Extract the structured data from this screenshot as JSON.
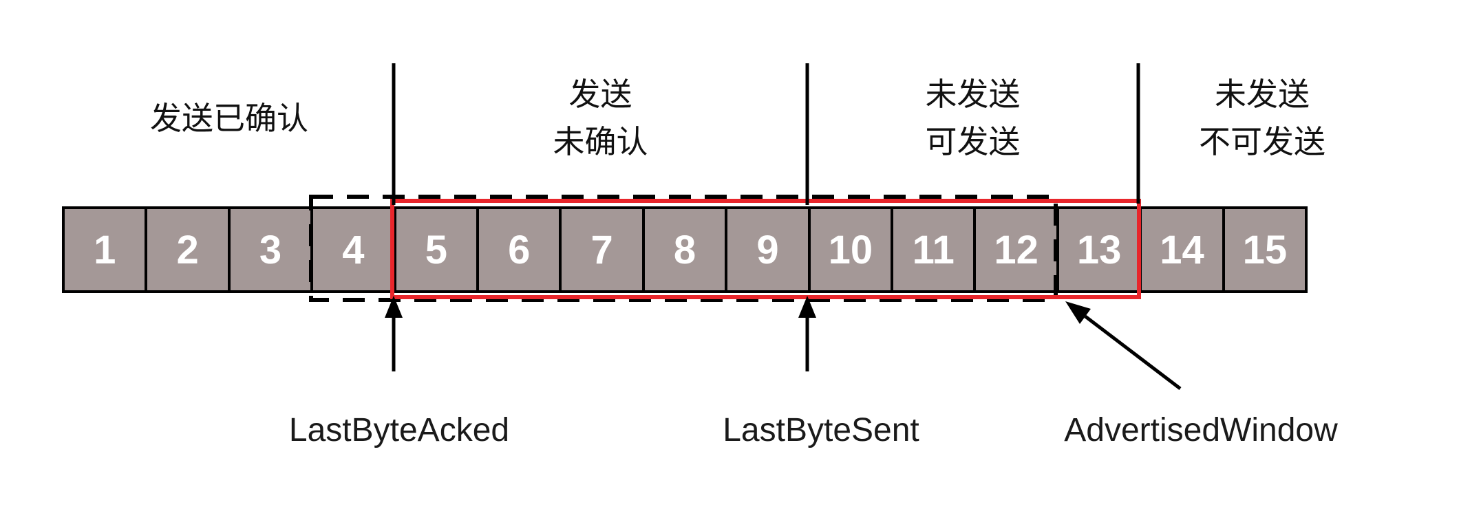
{
  "regions": [
    {
      "id": "sent-acked",
      "lines": [
        "发送已确认",
        ""
      ]
    },
    {
      "id": "sent-unacked",
      "lines": [
        "发送",
        "未确认"
      ]
    },
    {
      "id": "unsent-sendable",
      "lines": [
        "未发送",
        "可发送"
      ]
    },
    {
      "id": "unsent-unsendable",
      "lines": [
        "未发送",
        "不可发送"
      ]
    }
  ],
  "cells": [
    "1",
    "2",
    "3",
    "4",
    "5",
    "6",
    "7",
    "8",
    "9",
    "10",
    "11",
    "12",
    "13",
    "14",
    "15"
  ],
  "pointers": {
    "last_byte_acked": "LastByteAcked",
    "last_byte_sent": "LastByteSent",
    "advertised_window": "AdvertisedWindow"
  },
  "colors": {
    "canvas_bg": "#ffffff",
    "cell_fill": "#a49897",
    "cell_border": "#000000",
    "window_border": "#e8262b",
    "dashed_border": "#000000",
    "line_color": "#000000"
  }
}
